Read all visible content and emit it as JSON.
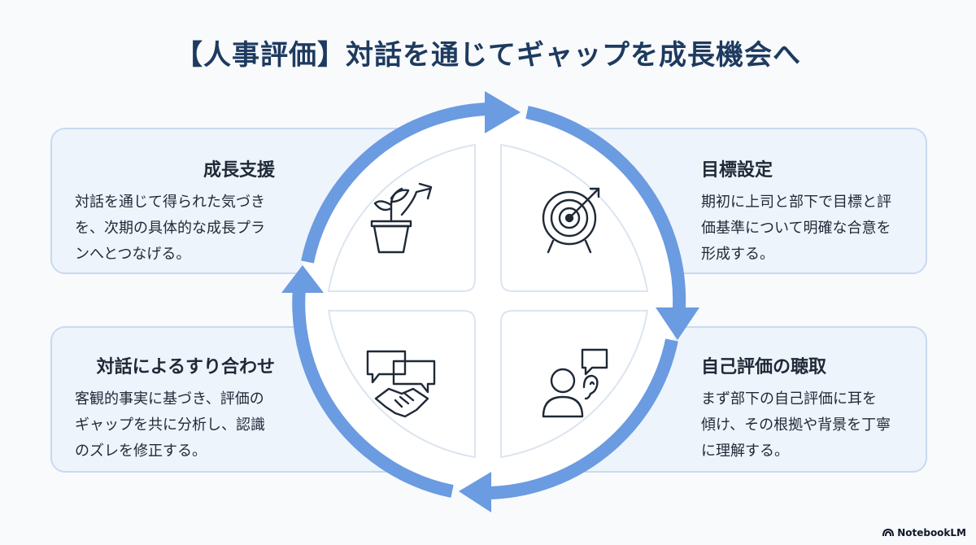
{
  "title": "【人事評価】対話を通じてギャップを成長機会へ",
  "colors": {
    "arrow": "#6b9be0",
    "card_bg": "#eef4fb",
    "card_border": "#c9daef",
    "title": "#1e3a5f"
  },
  "quadrants": {
    "top_left": {
      "title": "成長支援",
      "body_lines": [
        "対話を通じて得られた気づき",
        "を、次期の具体的な成長プラ",
        "ンへとつなげる。"
      ],
      "icon": "plant-growth-icon"
    },
    "top_right": {
      "title": "目標設定",
      "body_lines": [
        "期初に上司と部下で目標と評",
        "価基準について明確な合意を",
        "形成する。"
      ],
      "icon": "target-icon"
    },
    "bottom_left": {
      "title": "対話によるすり合わせ",
      "body_lines": [
        "客観的事実に基づき、評価の",
        "ギャップを共に分析し、認識",
        "のズレを修正する。"
      ],
      "icon": "handshake-icon"
    },
    "bottom_right": {
      "title": "自己評価の聴取",
      "body_lines": [
        "まず部下の自己評価に耳を",
        "傾け、その根拠や背景を丁寧",
        "に理解する。"
      ],
      "icon": "listening-icon"
    }
  },
  "brand": "NotebookLM"
}
